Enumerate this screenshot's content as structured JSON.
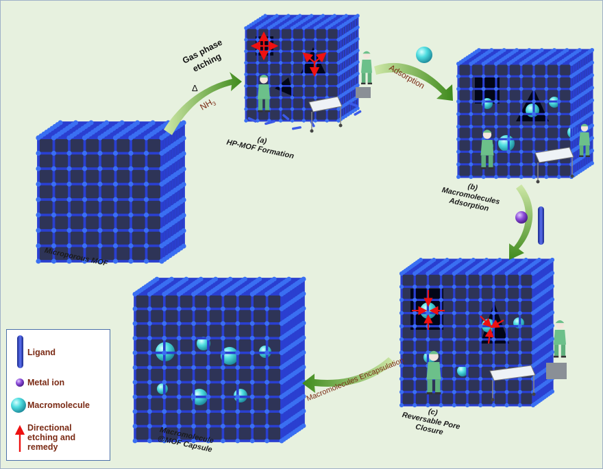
{
  "labels": {
    "microporous": "Microporous MOF",
    "step_a_id": "(a)",
    "step_a_title": "HP-MOF Formation",
    "step_b_id": "(b)",
    "step_b_line1": "Macromolecules",
    "step_b_line2": "Adsorption",
    "step_c_id": "(c)",
    "step_c_line1": "Reversable Pore",
    "step_c_line2": "Closure",
    "capsule_line1": "Macromolecule",
    "capsule_line2": "@MOF Capsule"
  },
  "arrows": {
    "etch_line1": "Gas phase",
    "etch_line2": "etching",
    "delta": "Δ",
    "nh3_main": "NH",
    "nh3_sub": "3",
    "adsorption": "Adsorption",
    "encapsulation": "Macromolecules Encapsulation"
  },
  "legend": {
    "ligand": "Ligand",
    "metal_ion": "Metal ion",
    "macromolecule": "Macromolecule",
    "etching_line1": "Directional",
    "etching_line2": "etching and",
    "etching_line3": "remedy"
  },
  "colors": {
    "background": "#e7f1df",
    "framework": "#2a3fd0",
    "node": "#3a6ff2",
    "macromolecule": "#4fdde0",
    "metal_ion": "#7a3cc4",
    "arrow_green": "#5a9a2a",
    "etch_arrow": "#ee1111",
    "label_brown": "#7a2a14"
  }
}
